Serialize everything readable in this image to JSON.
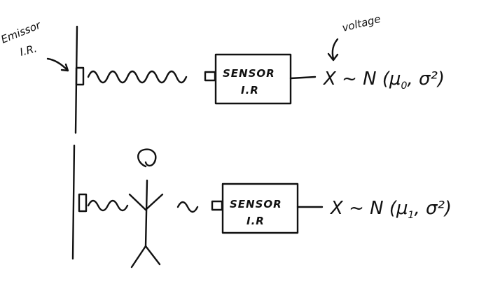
{
  "labels": {
    "emitter_line1": "Emissor",
    "emitter_line2": "I.R.",
    "voltage": "voltage"
  },
  "scenario_top": {
    "sensor_line1": "SENSOR",
    "sensor_line2": "I.R",
    "formula_prefix": "X ~ N (μ",
    "formula_sub": "0",
    "formula_suffix": ", σ²)"
  },
  "scenario_bottom": {
    "sensor_line1": "SENSOR",
    "sensor_line2": "I.R",
    "formula_prefix": "X ~ N (μ",
    "formula_sub": "1",
    "formula_suffix": ", σ²)"
  },
  "colors": {
    "ink": "#111111",
    "paper": "#ffffff"
  }
}
